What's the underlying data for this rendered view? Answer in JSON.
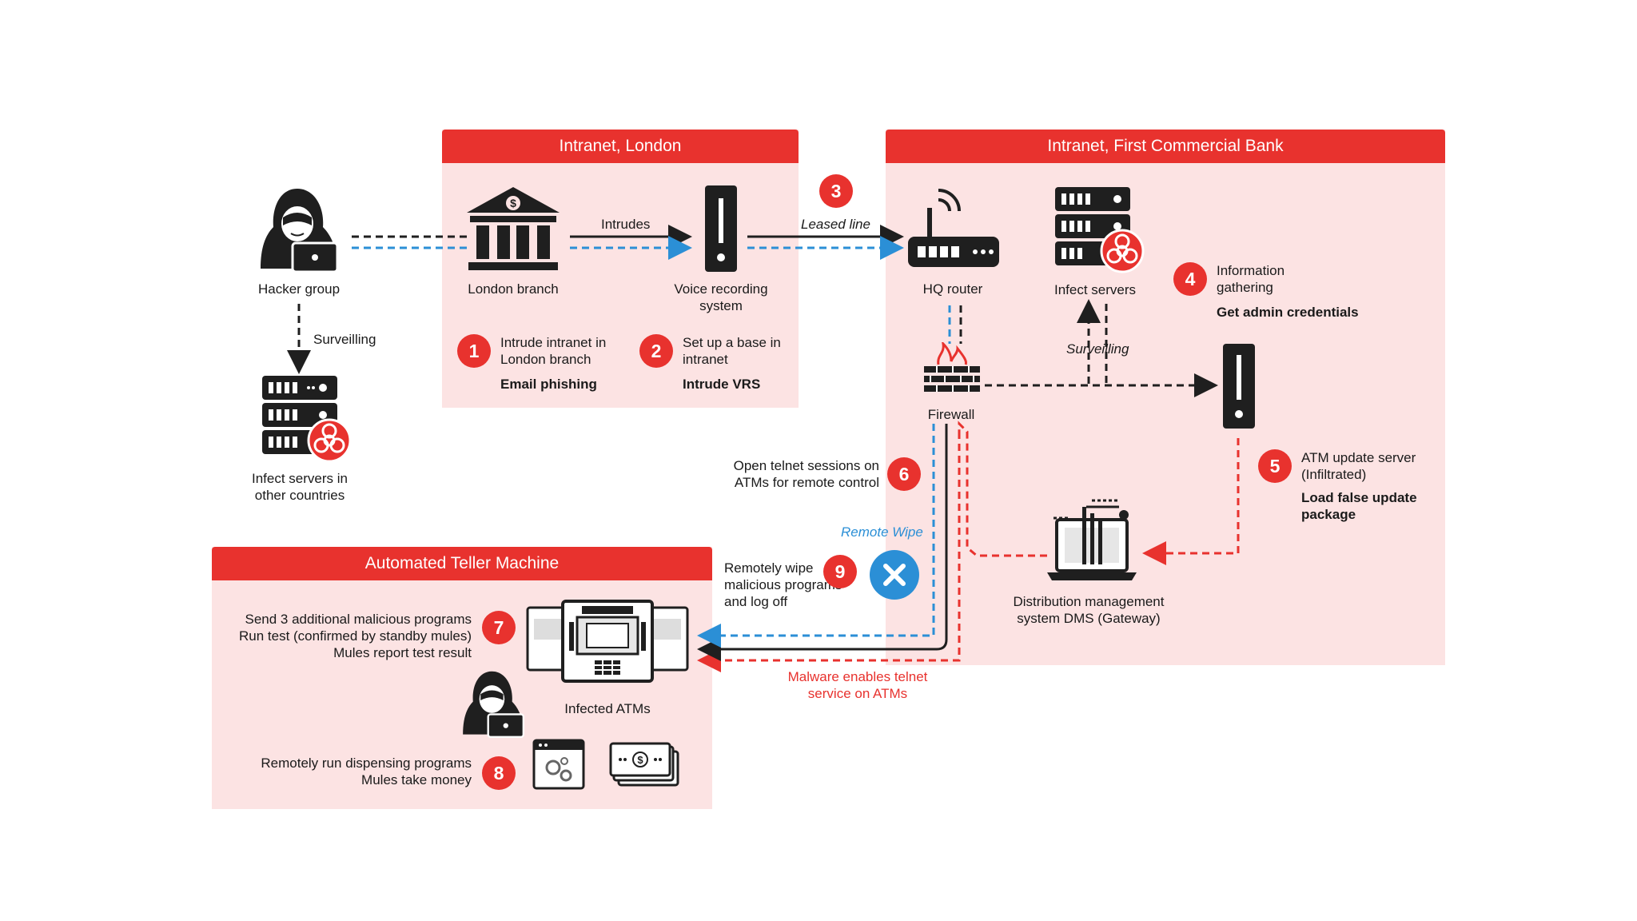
{
  "panels": {
    "london": "Intranet, London",
    "bank": "Intranet, First Commercial Bank",
    "atm": "Automated Teller Machine"
  },
  "nodes": {
    "hacker_group": "Hacker group",
    "london_branch": "London branch",
    "voice_recording": "Voice recording system",
    "hq_router": "HQ router",
    "infect_servers": "Infect servers",
    "infect_servers_other": "Infect servers in other countries",
    "firewall": "Firewall",
    "dms": "Distribution management system DMS (Gateway)",
    "infected_atms": "Infected ATMs"
  },
  "edges": {
    "intrudes": "Intrudes",
    "leased_line": "Leased line",
    "surveilling_hacker": "Surveilling",
    "surveilling_bank": "Surveilling",
    "remote_wipe": "Remote Wipe",
    "malware_enables": "Malware enables telnet service on ATMs"
  },
  "steps": [
    {
      "num": "1",
      "text": "Intrude intranet in London branch",
      "bold": "Email phishing"
    },
    {
      "num": "2",
      "text": "Set up a base in intranet",
      "bold": "Intrude VRS"
    },
    {
      "num": "3",
      "text": "",
      "bold": ""
    },
    {
      "num": "4",
      "text": "Information gathering",
      "bold": "Get admin credentials"
    },
    {
      "num": "5",
      "text": "ATM update server (Infiltrated)",
      "bold": "Load false update package"
    },
    {
      "num": "6",
      "text": "Open telnet sessions on ATMs for remote control",
      "bold": ""
    },
    {
      "num": "7",
      "text": "Send 3 additional malicious programs Run test (confirmed by standby mules) Mules report test result",
      "bold": ""
    },
    {
      "num": "8",
      "text": "Remotely run dispensing programs Mules take money",
      "bold": ""
    },
    {
      "num": "9",
      "text": "Remotely wipe malicious programs and log off",
      "bold": ""
    }
  ],
  "step7_lines": [
    "Send 3 additional malicious programs",
    "Run test (confirmed by standby mules)",
    "Mules report test result"
  ],
  "step8_lines": [
    "Remotely run dispensing programs",
    "Mules take money"
  ],
  "colors": {
    "accent": "#e8322e",
    "panel_bg": "#fce3e3",
    "blue": "#2b8fd6",
    "dark": "#1f1f1f"
  },
  "icons": [
    "hacker-icon",
    "bank-icon",
    "server-tower-icon",
    "router-icon",
    "server-rack-icon",
    "biohazard-icon",
    "firewall-icon",
    "dms-icon",
    "atm-icon",
    "money-icon",
    "program-icon",
    "wipe-icon"
  ]
}
